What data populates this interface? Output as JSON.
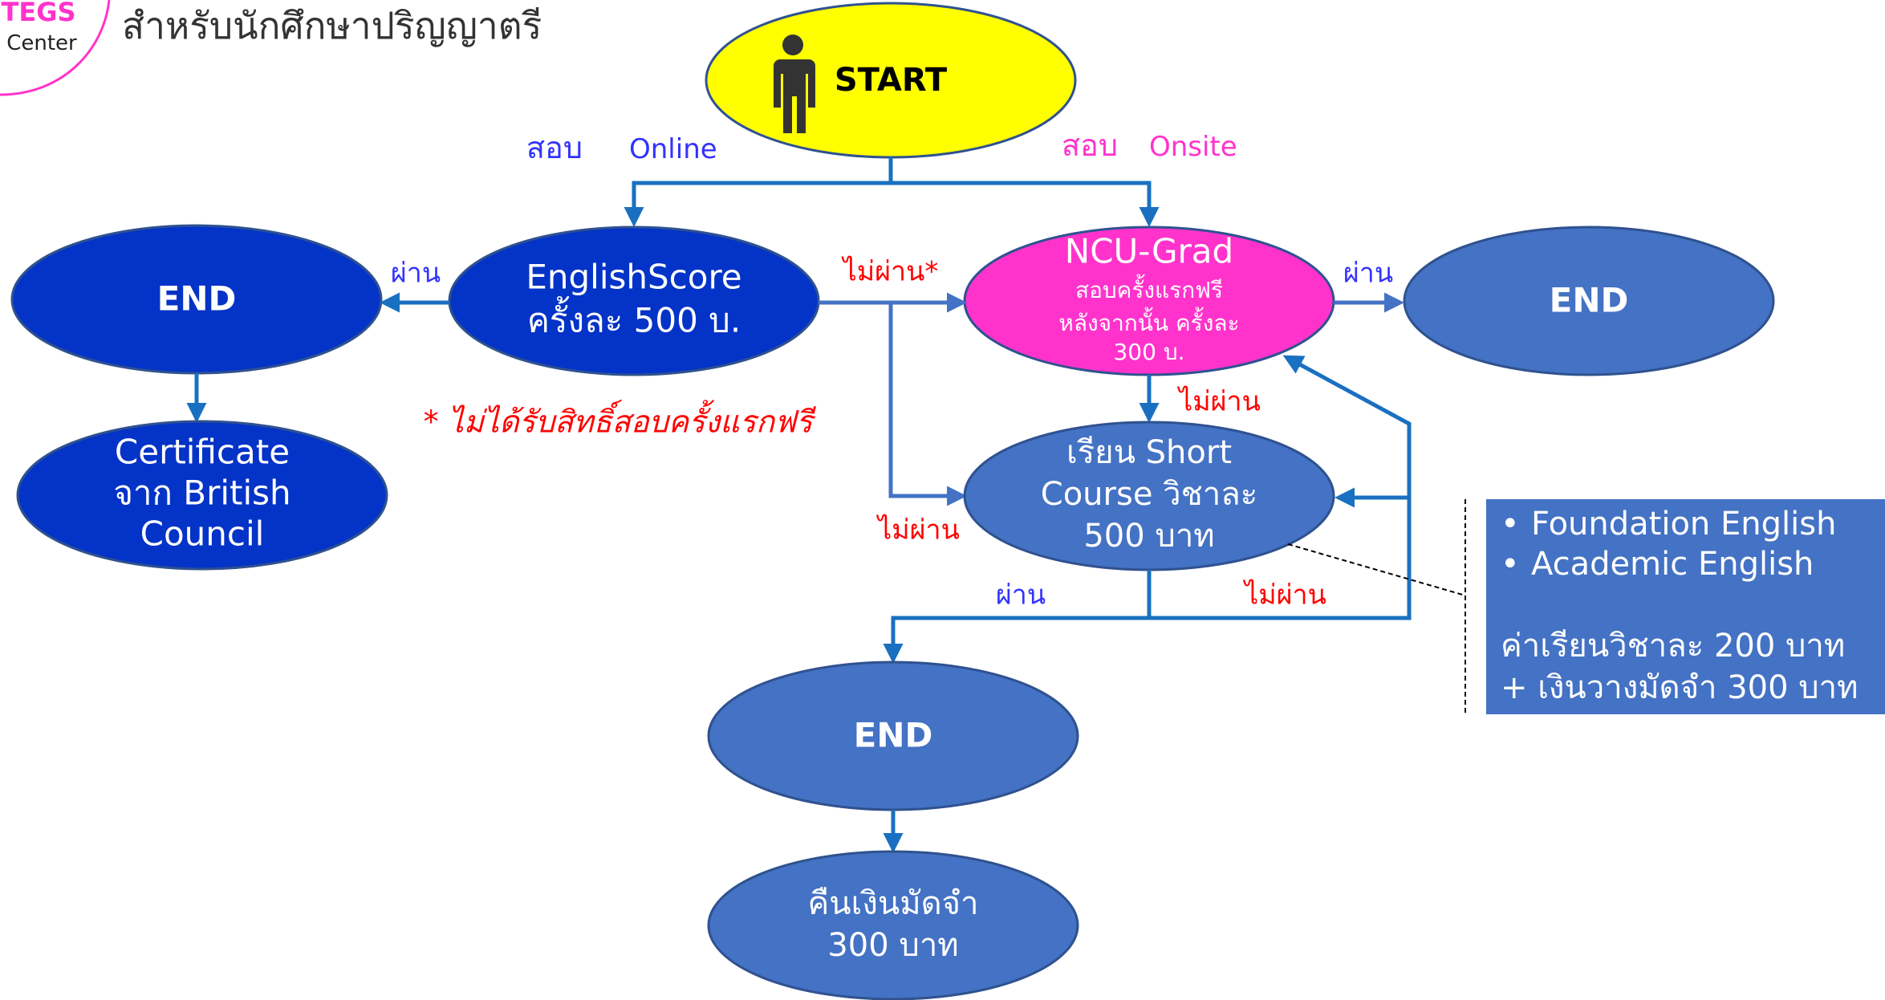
{
  "header": {
    "title": "สำหรับนักศึกษาปริญญาตรี",
    "logo_line1": "TEGS",
    "logo_line2": "Center"
  },
  "colors": {
    "start_fill": "#ffff00",
    "dark_blue": "#0433c7",
    "mid_blue": "#4472c4",
    "magenta": "#ff33cc",
    "red_label": "#ff0000",
    "blue_label": "#3333ff",
    "arrow": "#1a70c0"
  },
  "nodes": {
    "start": {
      "label": "START",
      "icon": "person-icon"
    },
    "english_score": {
      "line1": "EnglishScore",
      "line2": "ครั้งละ 500 บ."
    },
    "ncu_grad": {
      "line1": "NCU-Grad",
      "line2": "สอบครั้งแรกฟรี",
      "line3": "หลังจากนั้น ครั้งละ",
      "line4": "300 บ."
    },
    "end_left": {
      "label": "END"
    },
    "end_right": {
      "label": "END"
    },
    "end_bottom": {
      "label": "END"
    },
    "certificate": {
      "line1": "Certificate",
      "line2": "จาก British",
      "line3": "Council"
    },
    "short_course": {
      "line1": "เรียน Short",
      "line2": "Course วิชาละ",
      "line3": "500 บาท"
    },
    "refund": {
      "line1": "คืนเงินมัดจำ",
      "line2": "300 บาท"
    }
  },
  "labels": {
    "online_prefix": "สอบ",
    "online_suffix": "Online",
    "onsite_prefix": "สอบ",
    "onsite_suffix": "Onsite",
    "pass_left": "ผ่าน",
    "fail_star": "ไม่ผ่าน*",
    "pass_right": "ผ่าน",
    "fail_ncu": "ไม่ผ่าน",
    "fail_left": "ไม่ผ่าน",
    "pass_course": "ผ่าน",
    "fail_course": "ไม่ผ่าน",
    "note": "* ไม่ได้รับสิทธิ์สอบครั้งแรกฟรี"
  },
  "info_box": {
    "bullets": [
      "Foundation English",
      "Academic English"
    ],
    "fee_line": "ค่าเรียนวิชาละ 200 บาท",
    "deposit_line": "+ เงินวางมัดจำ 300 บาท"
  }
}
